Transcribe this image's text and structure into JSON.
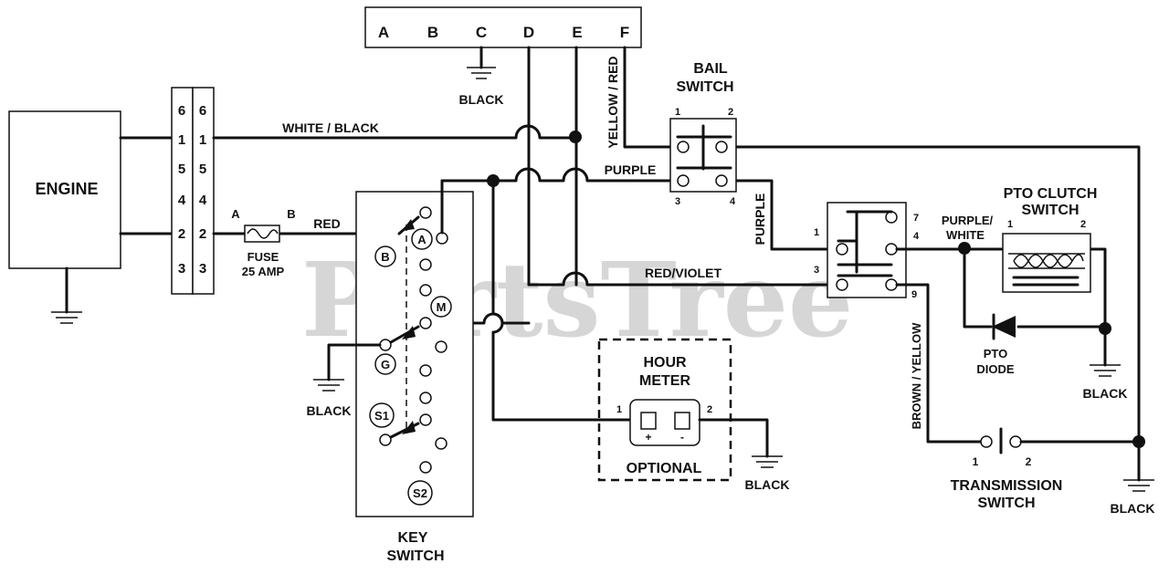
{
  "watermark": "PartsTree",
  "top_connector": {
    "pins": [
      "A",
      "B",
      "C",
      "D",
      "E",
      "F"
    ]
  },
  "engine": {
    "label": "ENGINE",
    "left_pins": [
      "6",
      "1",
      "5",
      "4",
      "2",
      "3"
    ],
    "right_pins": [
      "6",
      "1",
      "5",
      "4",
      "2",
      "3"
    ]
  },
  "fuse": {
    "term_a": "A",
    "term_b": "B",
    "label_line1": "FUSE",
    "label_line2": "25 AMP"
  },
  "bail_switch": {
    "title_line1": "BAIL",
    "title_line2": "SWITCH",
    "pins": [
      "1",
      "2",
      "3",
      "4"
    ]
  },
  "pto_switch": {
    "pins": [
      "1",
      "3",
      "7",
      "4",
      "9"
    ]
  },
  "pto_clutch": {
    "title_line1": "PTO CLUTCH",
    "title_line2": "SWITCH",
    "pin1": "1",
    "pin2": "2"
  },
  "pto_diode": {
    "line1": "PTO",
    "line2": "DIODE"
  },
  "key_switch": {
    "title_line1": "KEY",
    "title_line2": "SWITCH",
    "terminals": [
      "A",
      "B",
      "M",
      "G",
      "S1",
      "S2"
    ]
  },
  "hour_meter": {
    "title_line1": "HOUR",
    "title_line2": "METER",
    "optional": "OPTIONAL",
    "pin1": "1",
    "pin2": "2",
    "plus": "+",
    "minus": "-"
  },
  "transmission_switch": {
    "title_line1": "TRANSMISSION",
    "title_line2": "SWITCH",
    "pin1": "1",
    "pin2": "2"
  },
  "wires": {
    "white_black": "WHITE / BLACK",
    "red": "RED",
    "purple_top": "PURPLE",
    "purple_side": "PURPLE",
    "red_violet": "RED/VIOLET",
    "yellow_red": "YELLOW / RED",
    "purple_white_line1": "PURPLE/",
    "purple_white_line2": "WHITE",
    "brown_yellow": "BROWN / YELLOW"
  },
  "grounds": {
    "connector_c": "BLACK",
    "key_g": "BLACK",
    "hour_meter": "BLACK",
    "pto": "BLACK",
    "transmission": "BLACK"
  }
}
